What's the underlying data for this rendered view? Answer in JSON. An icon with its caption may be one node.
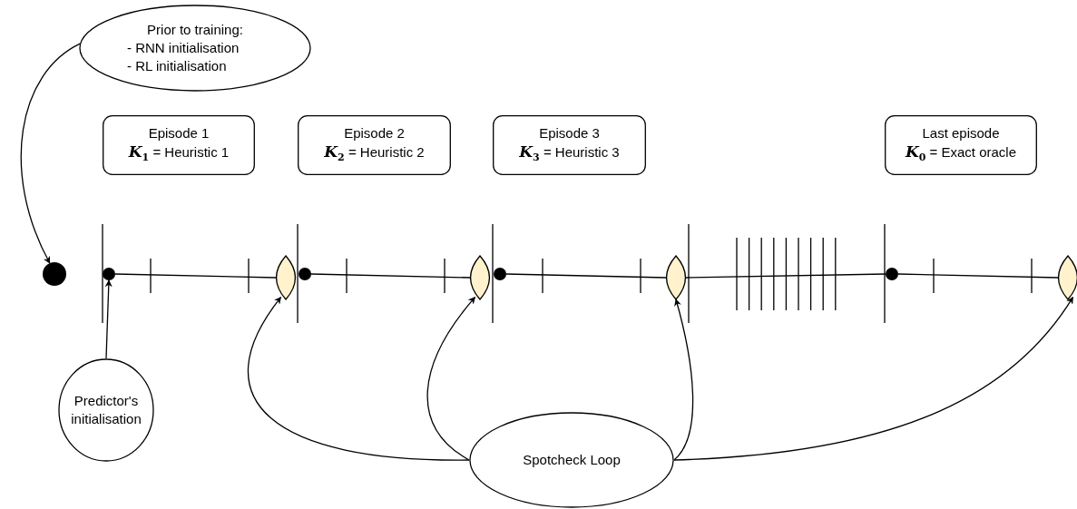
{
  "diagram": {
    "nodes": [
      {
        "text": [
          "Prior to training:",
          "- RNN initialisation",
          "- RL initialisation"
        ]
      },
      {
        "text": [
          "Episode 1",
          "**K**$_{1}$ = Heuristic 1"
        ]
      },
      {
        "text": [
          "Episode 2",
          "**K**$_{2}$ = Heuristic 2"
        ]
      },
      {
        "text": [
          "Episode 3",
          "**K**$_{3}$ = Heuristic 3"
        ]
      },
      {
        "text": [
          "Last episode",
          "**K**$_{0}$ = Exact oracle"
        ]
      },
      {
        "text": [],
        "shape": "circle"
      },
      {
        "text": [],
        "shape": "circle"
      },
      {
        "text": [],
        "shape": "lens"
      },
      {
        "text": [],
        "shape": "circle"
      },
      {
        "text": [],
        "shape": "lens"
      },
      {
        "text": [],
        "shape": "circle"
      },
      {
        "text": [],
        "shape": "lens"
      },
      {
        "text": [],
        "shape": "circle"
      },
      {
        "text": [],
        "shape": "lens"
      },
      {
        "text": [
          "Predictor's initialisation"
        ]
      },
      {
        "text": [
          "Spotcheck Loop"
        ]
      }
    ],
    "edges": [
      {
        "from": 0,
        "to": 5,
        "arrow": "to"
      },
      {
        "from": 6,
        "to": 7,
        "arrow": "none"
      },
      {
        "from": 8,
        "to": 9,
        "arrow": "none"
      },
      {
        "from": 10,
        "to": 11,
        "arrow": "none"
      },
      {
        "from": 11,
        "to": 12,
        "arrow": "none"
      },
      {
        "from": 12,
        "to": 13,
        "arrow": "none"
      },
      {
        "from": 14,
        "to": 6,
        "arrow": "to"
      },
      {
        "from": 15,
        "to": 7,
        "arrow": "to"
      },
      {
        "from": 15,
        "to": 9,
        "arrow": "to"
      },
      {
        "from": 15,
        "to": 11,
        "arrow": "to"
      },
      {
        "from": 15,
        "to": 13,
        "arrow": "to"
      }
    ]
  }
}
